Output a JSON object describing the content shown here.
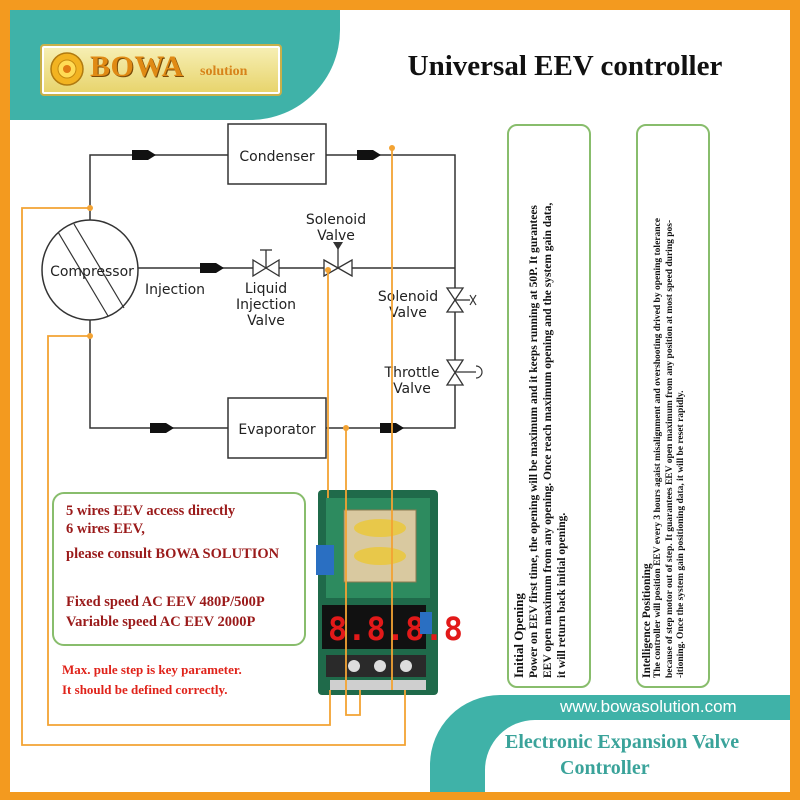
{
  "brand": {
    "name": "BOWA",
    "suffix": "solution"
  },
  "title": "Universal EEV controller",
  "diagram": {
    "condenser": "Condenser",
    "compressor": "Compressor",
    "evaporator": "Evaporator",
    "injection": "Injection",
    "solenoid_top_1": "Solenoid",
    "solenoid_top_2": "Valve",
    "liquid_1": "Liquid",
    "liquid_2": "Injection",
    "liquid_3": "Valve",
    "solenoid_right_1": "Solenoid",
    "solenoid_right_2": "Valve",
    "throttle_1": "Throttle",
    "throttle_2": "Valve"
  },
  "initial_opening": {
    "title": "Initial Opening",
    "lines": [
      "Power on EEV first time,  the opening will be maximum and it keeps running at 50P. It gurantees",
      "EEV open maximum from any opening.  Once reach maximum opening and the system gain data,",
      "it will return back initial opening."
    ]
  },
  "intelligence": {
    "title": "Intelligence Positioning",
    "lines": [
      "The controller will position EEV every 3 hours agaist misalignment and overshooting drived by opening tolerance",
      "because of step motor out of step. It guarantees EEV open maximum from any position at most speed during pos-",
      "-itioning.  Once the system gain positioning data, it will be reset rapidly."
    ]
  },
  "wiring": {
    "line1": "5 wires EEV access directly",
    "line2": "6 wires EEV,",
    "line3": "please consult BOWA SOLUTION",
    "line4": "Fixed speed AC EEV 480P/500P",
    "line5": "Variable speed AC EEV 2000P",
    "warn1": "Max. pule step is key parameter.",
    "warn2": "It should be defined correctly."
  },
  "footer": {
    "url": "www.bowasolution.com",
    "line1": "Electronic Expansion Valve",
    "line2": "Controller"
  },
  "colors": {
    "accent": "#f39a1f",
    "teal": "#3fb2a8",
    "green_border": "#88bd6c",
    "dark_red": "#9a1a1a",
    "red": "#e0231a"
  }
}
